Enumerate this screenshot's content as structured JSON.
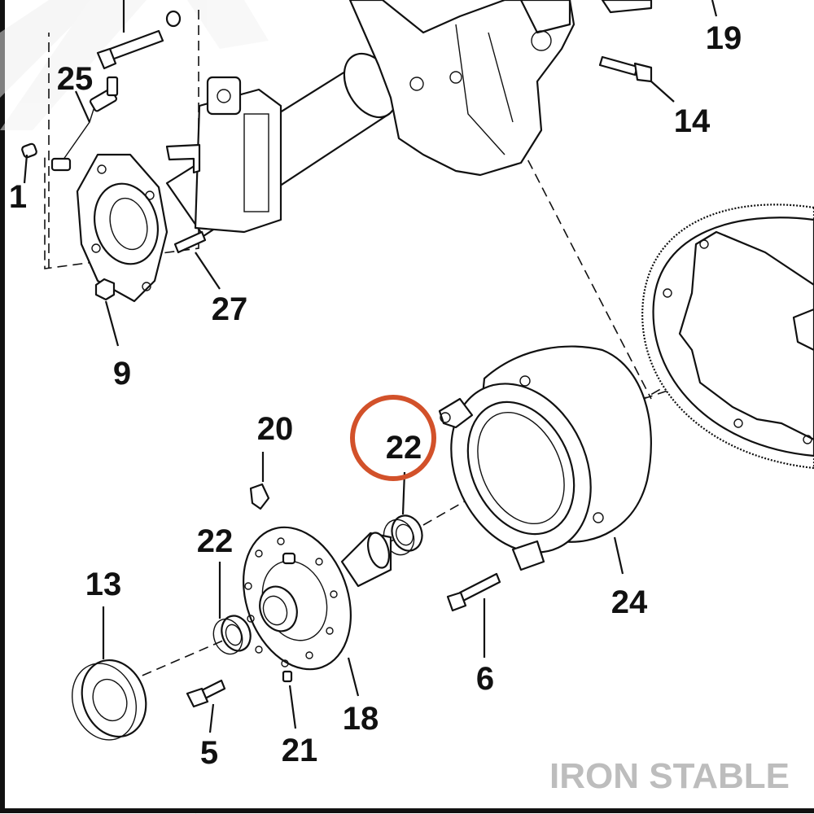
{
  "diagram": {
    "callouts": [
      {
        "id": "c19",
        "text": "19"
      },
      {
        "id": "c25",
        "text": "25"
      },
      {
        "id": "c14",
        "text": "14"
      },
      {
        "id": "c1",
        "text": "1"
      },
      {
        "id": "c27",
        "text": "27"
      },
      {
        "id": "c9",
        "text": "9"
      },
      {
        "id": "c20",
        "text": "20"
      },
      {
        "id": "c22-highlight",
        "text": "22"
      },
      {
        "id": "c22",
        "text": "22"
      },
      {
        "id": "c13",
        "text": "13"
      },
      {
        "id": "c24",
        "text": "24"
      },
      {
        "id": "c6",
        "text": "6"
      },
      {
        "id": "c18",
        "text": "18"
      },
      {
        "id": "c5",
        "text": "5"
      },
      {
        "id": "c21",
        "text": "21"
      }
    ],
    "highlight_color": "#d2512a",
    "watermark": "IRON STABLE"
  }
}
